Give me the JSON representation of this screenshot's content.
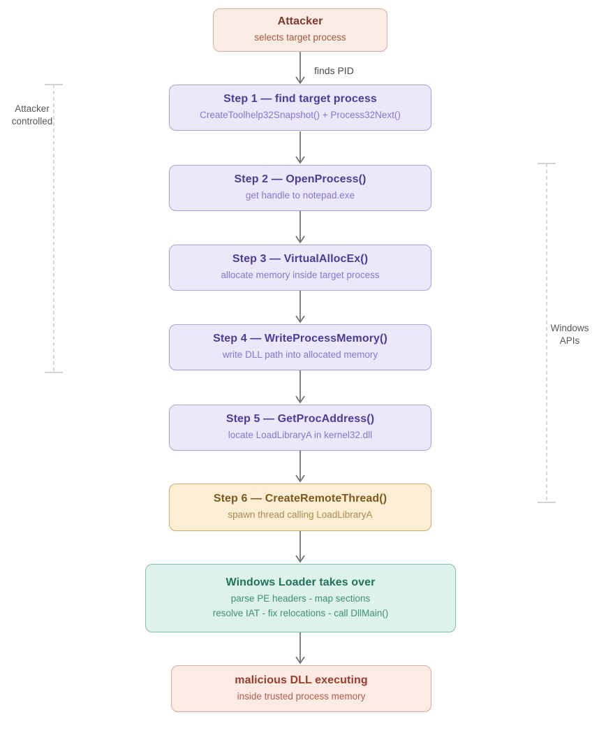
{
  "annotations": {
    "arrow_label": "finds PID",
    "left_bracket_label": "Attacker controlled",
    "right_bracket_label": "Windows APIs"
  },
  "nodes": [
    {
      "id": "attacker",
      "title": "Attacker",
      "subtitle": "selects target process",
      "style": "peach"
    },
    {
      "id": "step-1",
      "title": "Step 1 — find target process",
      "subtitle": "CreateToolhelp32Snapshot() + Process32Next()",
      "style": "purple"
    },
    {
      "id": "step-2",
      "title": "Step 2 — OpenProcess()",
      "subtitle": "get handle to notepad.exe",
      "style": "purple"
    },
    {
      "id": "step-3",
      "title": "Step 3 — VirtualAllocEx()",
      "subtitle": "allocate memory inside target process",
      "style": "purple"
    },
    {
      "id": "step-4",
      "title": "Step 4 — WriteProcessMemory()",
      "subtitle": "write DLL path into allocated memory",
      "style": "purple"
    },
    {
      "id": "step-5",
      "title": "Step 5 — GetProcAddress()",
      "subtitle": "locate LoadLibraryA in kernel32.dll",
      "style": "purple"
    },
    {
      "id": "step-6",
      "title": "Step 6 — CreateRemoteThread()",
      "subtitle": "spawn thread calling LoadLibraryA",
      "style": "orange"
    },
    {
      "id": "windows-loader",
      "title": "Windows Loader takes over",
      "subtitle": "parse PE headers - map sections",
      "subtitle2": "resolve IAT - fix relocations - call DllMain()",
      "style": "green"
    },
    {
      "id": "result",
      "title": "malicious DLL executing",
      "subtitle": "inside trusted process memory",
      "style": "red"
    }
  ],
  "colors": {
    "peach_bg": "#f9ece4",
    "peach_border": "#d8b09e",
    "peach_title": "#7e382c",
    "peach_sub": "#a2573f",
    "purple_bg": "#ebe9f9",
    "purple_border": "#a9a2dc",
    "purple_title": "#483d9c",
    "purple_sub": "#8277d6",
    "orange_bg": "#fbeed4",
    "orange_border": "#d3aa6a",
    "orange_title": "#7c591c",
    "orange_sub": "#ae8a4b",
    "green_bg": "#def2e9",
    "green_border": "#80c2a5",
    "green_title": "#1d7360",
    "green_sub": "#3c8f7c",
    "red_bg": "#fbebe4",
    "red_border": "#dcab9b",
    "red_title": "#9d3a2a",
    "red_sub": "#b35c49",
    "arrow": "#6f6f6f",
    "bracket_line": "#c6c6c6",
    "label_text": "#4a4a4a"
  }
}
